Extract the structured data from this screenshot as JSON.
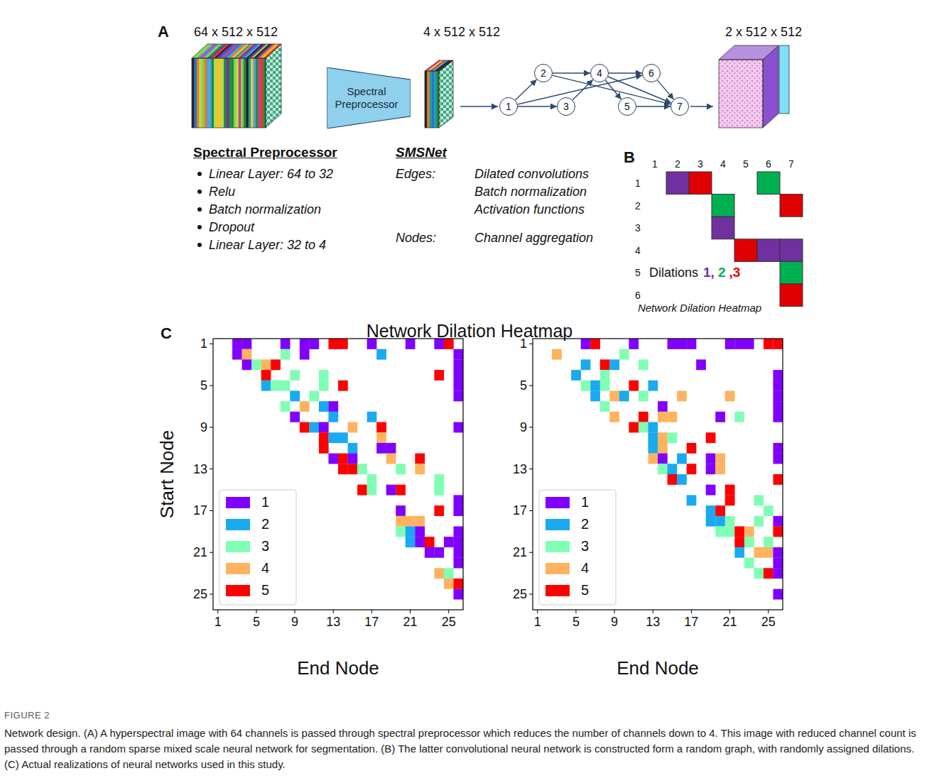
{
  "diagram": {
    "caption": "Network design. (A) A hyperspectral image with 64 channels is passed through spectral preprocessor which reduces the number of channels down to 4. This image with reduced channel count is passed through a random sparse mixed scale neural network for segmentation. (B) The latter convolutional neural network is constructed form a random graph, with randomly assigned dilations. (C) Actual realizations of neural networks used in this study.",
    "nodes": [
      {
        "text": [
          "Spectral Preprocessor"
        ]
      },
      {
        "text": [
          "1"
        ]
      },
      {
        "text": [
          "2"
        ]
      },
      {
        "text": [
          "3"
        ]
      },
      {
        "text": [
          "4"
        ]
      },
      {
        "text": [
          "5"
        ]
      },
      {
        "text": [
          "6"
        ]
      },
      {
        "text": [
          "7"
        ]
      }
    ],
    "edges": [
      {
        "from": 1,
        "to": 2,
        "arrow": "to"
      },
      {
        "from": 1,
        "to": 3,
        "arrow": "to"
      },
      {
        "from": 1,
        "to": 6,
        "arrow": "to"
      },
      {
        "from": 2,
        "to": 4,
        "arrow": "to"
      },
      {
        "from": 2,
        "to": 7,
        "arrow": "to"
      },
      {
        "from": 3,
        "to": 4,
        "arrow": "to"
      },
      {
        "from": 4,
        "to": 5,
        "arrow": "to"
      },
      {
        "from": 4,
        "to": 6,
        "arrow": "to"
      },
      {
        "from": 4,
        "to": 7,
        "arrow": "to"
      },
      {
        "from": 5,
        "to": 7,
        "arrow": "to"
      },
      {
        "from": 6,
        "to": 7,
        "arrow": "to"
      }
    ],
    "labels": [
      "A",
      "64 x 512 x 512",
      "4 x 512 x 512",
      "2 x 512 x 512",
      "Spectral Preprocessor",
      "Linear Layer: 64 to 32",
      "Relu",
      "Batch normalization",
      "Dropout",
      "Linear Layer: 32 to 4",
      "SMSNet",
      "Edges:",
      "Dilated convolutions",
      "Batch normalization",
      "Activation functions",
      "Nodes:",
      "Channel aggregation",
      "B",
      "1",
      "2",
      "3",
      "4",
      "5",
      "6",
      "7",
      "1",
      "2",
      "3",
      "4",
      "5",
      "6",
      "Dilations",
      "1,",
      "2",
      ",3",
      "Network Dilation Heatmap",
      "C",
      "Network Dilation Heatmap",
      "Start Node",
      "1",
      "5",
      "9",
      "13",
      "17",
      "21",
      "25",
      "1",
      "5",
      "9",
      "13",
      "17",
      "21",
      "25",
      "End Node",
      "1",
      "5",
      "9",
      "13",
      "17",
      "21",
      "25",
      "1",
      "5",
      "9",
      "13",
      "17",
      "21",
      "25",
      "End Node",
      "FIGURE 2"
    ],
    "legend": [
      {
        "text": "1",
        "color": "#8000ff"
      },
      {
        "text": "2",
        "color": "#1aaaf0"
      },
      {
        "text": "3",
        "color": "#80ffb4"
      },
      {
        "text": "4",
        "color": "#ffb360"
      },
      {
        "text": "5",
        "color": "#ff0000"
      },
      {
        "text": "1",
        "color": "#8000ff"
      },
      {
        "text": "2",
        "color": "#1aaaf0"
      },
      {
        "text": "3",
        "color": "#80ffb4"
      },
      {
        "text": "4",
        "color": "#ffb360"
      },
      {
        "text": "5",
        "color": "#ff0000"
      }
    ]
  }
}
